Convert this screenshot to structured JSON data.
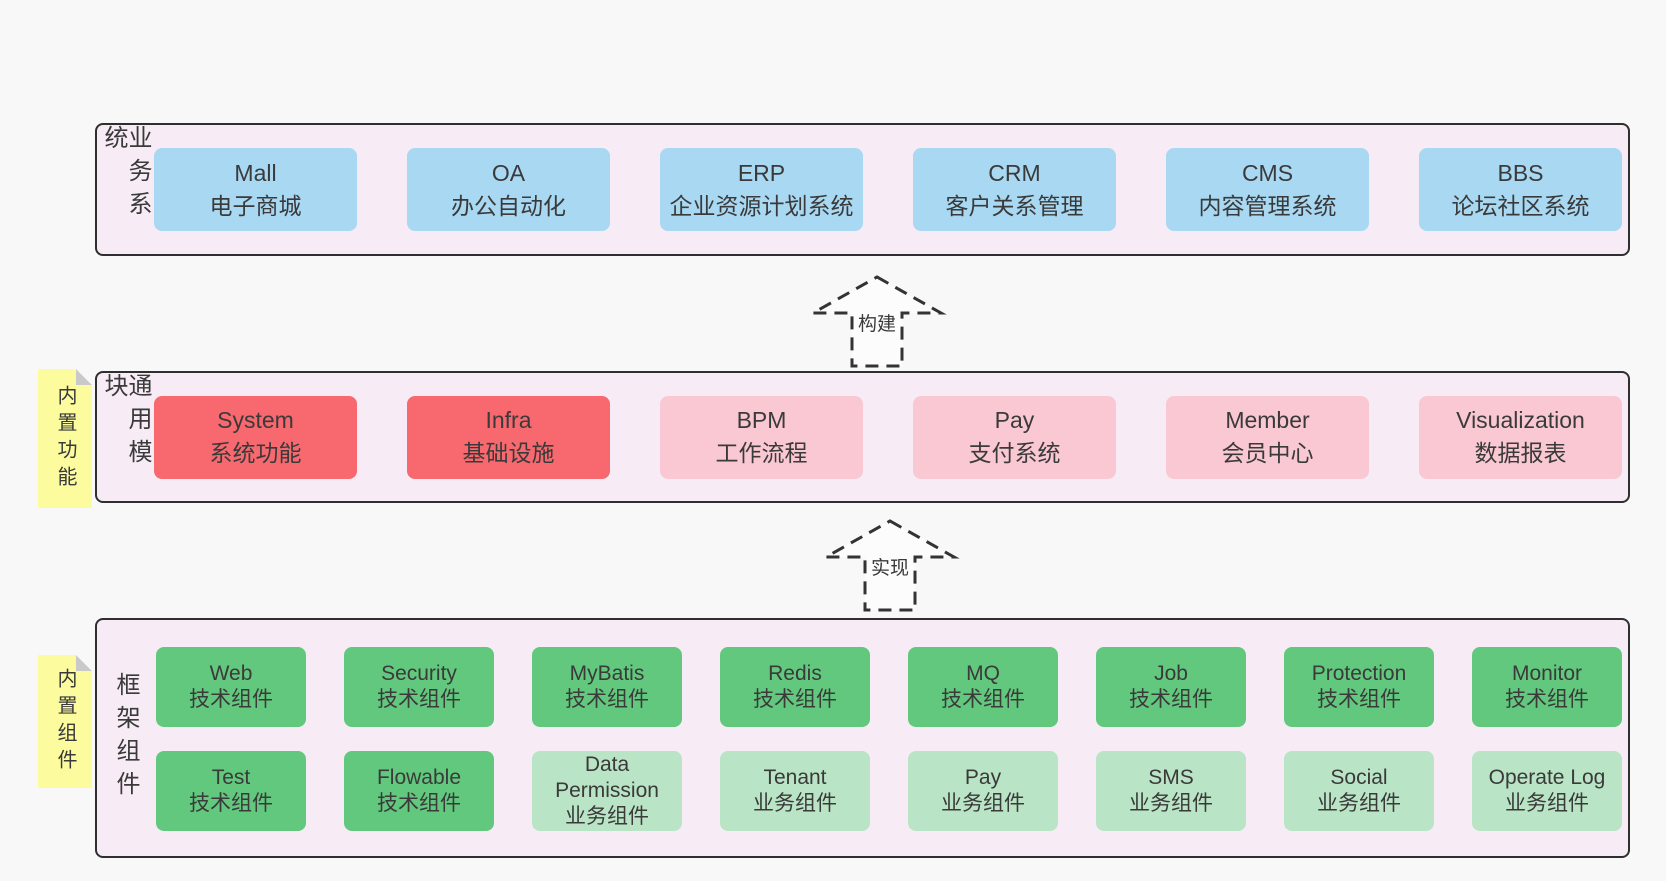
{
  "layers": {
    "business": {
      "label": "业务系统",
      "boxes": [
        {
          "title": "Mall",
          "subtitle": "电子商城"
        },
        {
          "title": "OA",
          "subtitle": "办公自动化"
        },
        {
          "title": "ERP",
          "subtitle": "企业资源计划系统"
        },
        {
          "title": "CRM",
          "subtitle": "客户关系管理"
        },
        {
          "title": "CMS",
          "subtitle": "内容管理系统"
        },
        {
          "title": "BBS",
          "subtitle": "论坛社区系统"
        }
      ]
    },
    "modules": {
      "label": "通用模块",
      "sticky": "内置功能",
      "boxes": [
        {
          "title": "System",
          "subtitle": "系统功能"
        },
        {
          "title": "Infra",
          "subtitle": "基础设施"
        },
        {
          "title": "BPM",
          "subtitle": "工作流程"
        },
        {
          "title": "Pay",
          "subtitle": "支付系统"
        },
        {
          "title": "Member",
          "subtitle": "会员中心"
        },
        {
          "title": "Visualization",
          "subtitle": "数据报表"
        }
      ]
    },
    "framework": {
      "label": "框架组件",
      "sticky": "内置组件",
      "row1": [
        {
          "title": "Web",
          "subtitle": "技术组件"
        },
        {
          "title": "Security",
          "subtitle": "技术组件"
        },
        {
          "title": "MyBatis",
          "subtitle": "技术组件"
        },
        {
          "title": "Redis",
          "subtitle": "技术组件"
        },
        {
          "title": "MQ",
          "subtitle": "技术组件"
        },
        {
          "title": "Job",
          "subtitle": "技术组件"
        },
        {
          "title": "Protection",
          "subtitle": "技术组件"
        },
        {
          "title": "Monitor",
          "subtitle": "技术组件"
        }
      ],
      "row2": [
        {
          "title": "Test",
          "subtitle": "技术组件"
        },
        {
          "title": "Flowable",
          "subtitle": "技术组件"
        },
        {
          "title": "Data Permission",
          "subtitle": "业务组件"
        },
        {
          "title": "Tenant",
          "subtitle": "业务组件"
        },
        {
          "title": "Pay",
          "subtitle": "业务组件"
        },
        {
          "title": "SMS",
          "subtitle": "业务组件"
        },
        {
          "title": "Social",
          "subtitle": "业务组件"
        },
        {
          "title": "Operate Log",
          "subtitle": "业务组件"
        }
      ]
    }
  },
  "arrows": {
    "build": "构建",
    "implement": "实现"
  },
  "colors": {
    "page_bg": "#f8f8f8",
    "container_bg": "#f7ecf5",
    "border": "#2f2f2f",
    "text": "#3a3a3a",
    "blue": "#a8d8f2",
    "red": "#f7696e",
    "pink": "#fac8d3",
    "green": "#62c87d",
    "light_green": "#b9e4c5",
    "sticky": "#fcfc9f",
    "fold": "#c9c9c9"
  }
}
